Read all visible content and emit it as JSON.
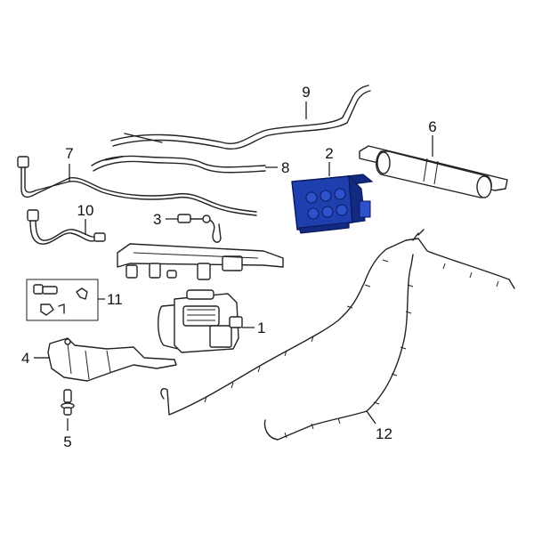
{
  "callouts": {
    "c1": "1",
    "c2": "2",
    "c3": "3",
    "c4": "4",
    "c5": "5",
    "c6": "6",
    "c7": "7",
    "c8": "8",
    "c9": "9",
    "c10": "10",
    "c11": "11",
    "c12": "12"
  },
  "colors": {
    "highlight": "#1f3fae"
  }
}
